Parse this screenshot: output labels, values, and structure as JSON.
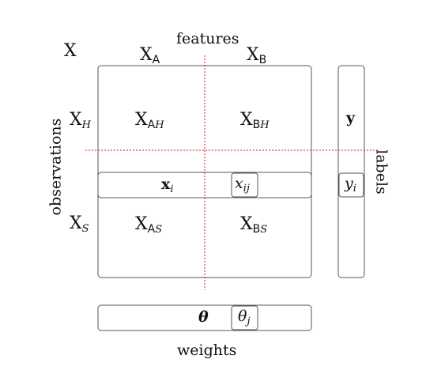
{
  "matrix_symbol": "X",
  "axis_labels": {
    "features": "features",
    "observations": "observations",
    "labels": "labels",
    "weights": "weights"
  },
  "feature_blocks": [
    {
      "base": "X",
      "sub": "A"
    },
    {
      "base": "X",
      "sub": "B"
    }
  ],
  "observation_blocks": [
    {
      "base": "X",
      "sub": "H"
    },
    {
      "base": "X",
      "sub": "S"
    }
  ],
  "cells": [
    {
      "base": "X",
      "sub_sf": "A",
      "sub_it": "H"
    },
    {
      "base": "X",
      "sub_sf": "B",
      "sub_it": "H"
    },
    {
      "base": "X",
      "sub_sf": "A",
      "sub_it": "S"
    },
    {
      "base": "X",
      "sub_sf": "B",
      "sub_it": "S"
    }
  ],
  "row": {
    "base": "x",
    "sub": "i"
  },
  "element": {
    "base": "x",
    "sub": "ij"
  },
  "label_vector": "y",
  "label_element": {
    "base": "y",
    "sub": "i"
  },
  "weight_vector": "θ",
  "weight_element": {
    "base": "θ",
    "sub": "j"
  },
  "colors": {
    "stroke": "#555555",
    "split_line": "#c0262b",
    "text": "#111111"
  }
}
